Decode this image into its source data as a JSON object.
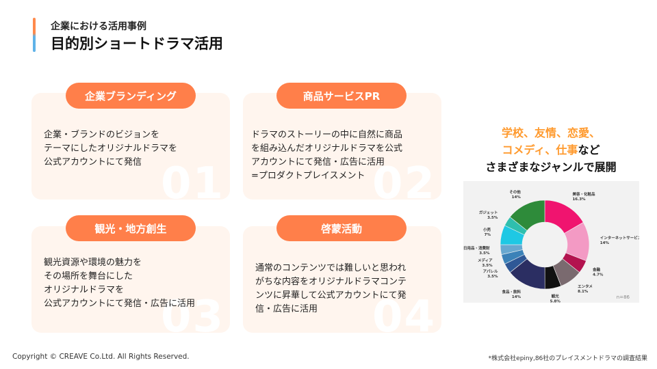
{
  "header": {
    "subtitle": "企業における活用事例",
    "title": "目的別ショートドラマ活用"
  },
  "cards": [
    {
      "label": "企業ブランディング",
      "text": "企業・ブランドのビジョンを\nテーマにしたオリジナルドラマを\n公式アカウントにて発信",
      "num": "01"
    },
    {
      "label": "商品サービスPR",
      "text": "ドラマのストーリーの中に自然に商品\nを組み込んだオリジナルドラマを公式\nアカウントにて発信・広告に活用\n=プロダクトプレイスメント",
      "num": "02"
    },
    {
      "label": "観光・地方創生",
      "text": "観光資源や環境の魅力を\nその場所を舞台にした\nオリジナルドラマを\n公式アカウントにて発信・広告に活用",
      "num": "03"
    },
    {
      "label": "啓蒙活動",
      "text": "通常のコンテンツでは難しいと思われ\nがちな内容をオリジナルドラマコンテ\nンツに昇華して公式アカウントにて発\n信・広告に活用",
      "num": "04"
    }
  ],
  "genre": {
    "line1_hl": "学校、友情、恋愛、",
    "line2_hl": "コメディ、仕事",
    "line2_dk": "など",
    "line3": "さまざまなジャンルで展開"
  },
  "chart_data": {
    "type": "pie",
    "categories": [
      "美容・化粧品",
      "インターネットサービス",
      "金融",
      "エンタメ",
      "観光",
      "食品・飲料",
      "アパレル",
      "メディア",
      "日用品・消費財",
      "小売",
      "ガジェット",
      "その他"
    ],
    "values": [
      16.3,
      14,
      4.7,
      8.1,
      5.8,
      14,
      3.5,
      3.5,
      3.5,
      7,
      3.5,
      14
    ],
    "value_labels": [
      "16.3%",
      "14%",
      "4.7%",
      "8.1%",
      "5.8%",
      "14%",
      "3.5%",
      "3.5%",
      "3.5%",
      "7%",
      "3.5%",
      "14%"
    ],
    "colors": [
      "#f0146f",
      "#f39ac4",
      "#b3134f",
      "#7a6a6f",
      "#111111",
      "#2b2e62",
      "#2f5896",
      "#3b82b8",
      "#68a8d0",
      "#1ec8e4",
      "#2fbfae",
      "#2e8b3a"
    ],
    "donut": true,
    "note": "n=86"
  },
  "footer": {
    "copyright": "Copyright © CREAVE Co.Ltd. All Rights Reserved.",
    "source": "*株式会社epiny,86社のプレイスメントドラマの調査結果"
  }
}
